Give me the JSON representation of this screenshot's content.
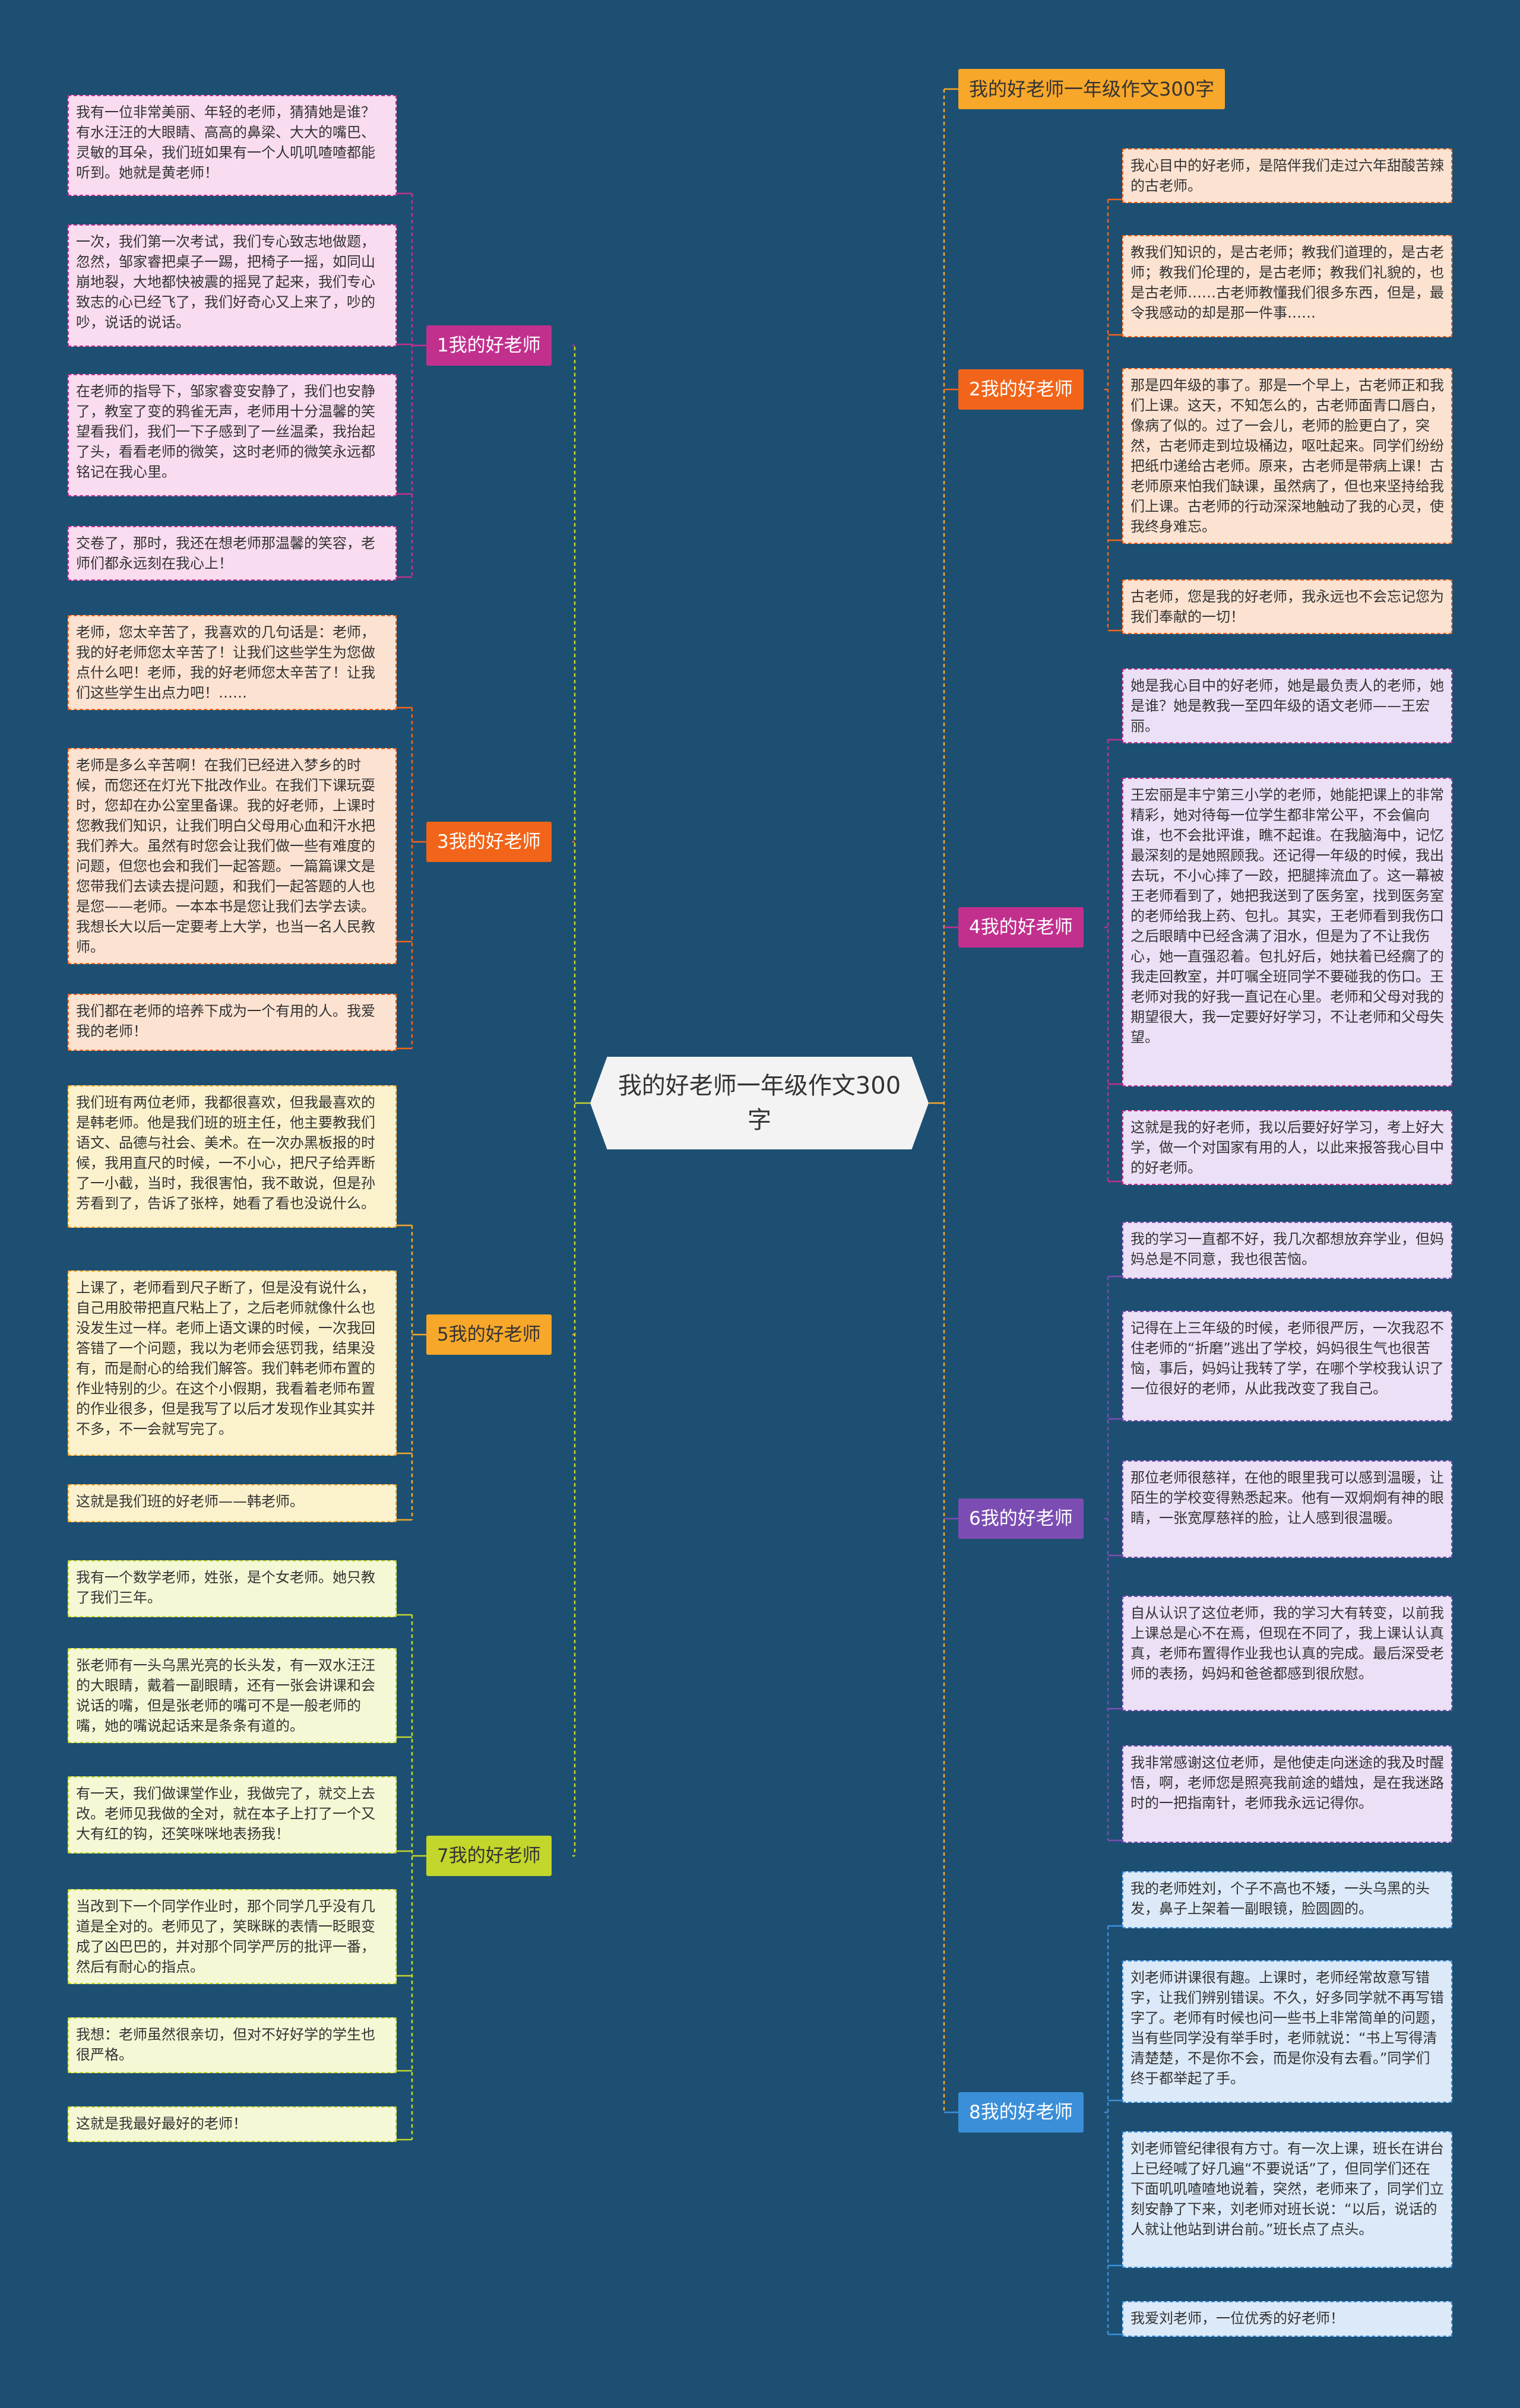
{
  "center": {
    "text": "我的好老师一年级作文300字"
  },
  "title_node": {
    "text": "我的好老师一年级作文300字",
    "color": "#f7a72a"
  },
  "branches": [
    {
      "label": "1我的好老师",
      "color": "#c2308e",
      "side": "left",
      "items": [
        "我有一位非常美丽、年轻的老师，猜猜她是谁？有水汪汪的大眼睛、高高的鼻梁、大大的嘴巴、灵敏的耳朵，我们班如果有一个人叽叽喳喳都能听到。她就是黄老师！",
        "一次，我们第一次考试，我们专心致志地做题，忽然，邹家睿把桌子一踢，把椅子一摇，如同山崩地裂，大地都快被震的摇晃了起来，我们专心致志的心已经飞了，我们好奇心又上来了，吵的吵，说话的说话。",
        "在老师的指导下，邹家睿变安静了，我们也安静了，教室了变的鸦雀无声，老师用十分温馨的笑望看我们，我们一下子感到了一丝温柔，我抬起了头，看看老师的微笑，这时老师的微笑永远都铭记在我心里。",
        "交卷了，那时，我还在想老师那温馨的笑容，老师们都永远刻在我心上！"
      ]
    },
    {
      "label": "2我的好老师",
      "color": "#f26419",
      "side": "right",
      "items": [
        "我心目中的好老师，是陪伴我们走过六年甜酸苦辣的古老师。",
        "教我们知识的，是古老师；教我们道理的，是古老师；教我们伦理的，是古老师；教我们礼貌的，也是古老师……古老师教懂我们很多东西，但是，最令我感动的却是那一件事……",
        "那是四年级的事了。那是一个早上，古老师正和我们上课。这天，不知怎么的，古老师面青口唇白，像病了似的。过了一会儿，老师的脸更白了，突然，古老师走到垃圾桶边，呕吐起来。同学们纷纷把纸巾递给古老师。原来，古老师是带病上课！古老师原来怕我们缺课，虽然病了，但也来坚持给我们上课。古老师的行动深深地触动了我的心灵，使我终身难忘。",
        "古老师，您是我的好老师，我永远也不会忘记您为我们奉献的一切！"
      ]
    },
    {
      "label": "3我的好老师",
      "color": "#f26419",
      "side": "left",
      "items": [
        "老师，您太辛苦了，我喜欢的几句话是：老师，我的好老师您太辛苦了！让我们这些学生为您做点什么吧！老师，我的好老师您太辛苦了！让我们这些学生出点力吧！……",
        "老师是多么辛苦啊！在我们已经进入梦乡的时候，而您还在灯光下批改作业。在我们下课玩耍时，您却在办公室里备课。我的好老师，上课时您教我们知识，让我们明白父母用心血和汗水把我们养大。虽然有时您会让我们做一些有难度的问题，但您也会和我们一起答题。一篇篇课文是您带我们去读去提问题，和我们一起答题的人也是您——老师。一本本书是您让我们去学去读。我想长大以后一定要考上大学，也当一名人民教师。",
        "我们都在老师的培养下成为一个有用的人。我爱我的老师！"
      ]
    },
    {
      "label": "4我的好老师",
      "color": "#c2308e",
      "side": "right",
      "items": [
        "她是我心目中的好老师，她是最负责人的老师，她是谁？她是教我一至四年级的语文老师——王宏丽。",
        "王宏丽是丰宁第三小学的老师，她能把课上的非常精彩，她对待每一位学生都非常公平，不会偏向谁，也不会批评谁，瞧不起谁。在我脑海中，记忆最深刻的是她照顾我。还记得一年级的时候，我出去玩，不小心摔了一跤，把腿摔流血了。这一幕被王老师看到了，她把我送到了医务室，找到医务室的老师给我上药、包扎。其实，王老师看到我伤口之后眼睛中已经含满了泪水，但是为了不让我伤心，她一直强忍着。包扎好后，她扶着已经瘸了的我走回教室，并叮嘱全班同学不要碰我的伤口。王老师对我的好我一直记在心里。老师和父母对我的期望很大，我一定要好好学习，不让老师和父母失望。",
        "这就是我的好老师，我以后要好好学习，考上好大学，做一个对国家有用的人，以此来报答我心目中的好老师。"
      ]
    },
    {
      "label": "5我的好老师",
      "color": "#f7a72a",
      "side": "left",
      "items": [
        "我们班有两位老师，我都很喜欢，但我最喜欢的是韩老师。他是我们班的班主任，他主要教我们语文、品德与社会、美术。在一次办黑板报的时候，我用直尺的时候，一不小心，把尺子给弄断了一小截，当时，我很害怕，我不敢说，但是孙芳看到了，告诉了张梓，她看了看也没说什么。",
        "上课了，老师看到尺子断了，但是没有说什么，自己用胶带把直尺粘上了，之后老师就像什么也没发生过一样。老师上语文课的时候，一次我回答错了一个问题，我以为老师会惩罚我，结果没有，而是耐心的给我们解答。我们韩老师布置的作业特别的少。在这个小假期，我看着老师布置的作业很多，但是我写了以后才发现作业其实并不多，不一会就写完了。",
        "这就是我们班的好老师——韩老师。"
      ]
    },
    {
      "label": "6我的好老师",
      "color": "#7b4db3",
      "side": "right",
      "items": [
        "我的学习一直都不好，我几次都想放弃学业，但妈妈总是不同意，我也很苦恼。",
        "记得在上三年级的时候，老师很严厉，一次我忍不住老师的“折磨”逃出了学校，妈妈很生气也很苦恼，事后，妈妈让我转了学，在哪个学校我认识了一位很好的老师，从此我改变了我自己。",
        "那位老师很慈祥，在他的眼里我可以感到温暖，让陌生的学校变得熟悉起来。他有一双炯炯有神的眼睛，一张宽厚慈祥的脸，让人感到很温暖。",
        "自从认识了这位老师，我的学习大有转变，以前我上课总是心不在焉，但现在不同了，我上课认认真真，老师布置得作业我也认真的完成。最后深受老师的表扬，妈妈和爸爸都感到很欣慰。",
        "我非常感谢这位老师，是他使走向迷途的我及时醒悟，啊，老师您是照亮我前途的蜡烛，是在我迷路时的一把指南针，老师我永远记得你。"
      ]
    },
    {
      "label": "7我的好老师",
      "color": "#c3d62b",
      "side": "left",
      "items": [
        "我有一个数学老师，姓张，是个女老师。她只教了我们三年。",
        "张老师有一头乌黑光亮的长头发，有一双水汪汪的大眼睛，戴着一副眼睛，还有一张会讲课和会说话的嘴，但是张老师的嘴可不是一般老师的嘴，她的嘴说起话来是条条有道的。",
        "有一天，我们做课堂作业，我做完了，就交上去改。老师见我做的全对，就在本子上打了一个又大有红的钩，还笑咪咪地表扬我！",
        "当改到下一个同学作业时，那个同学几乎没有几道是全对的。老师见了，笑眯眯的表情一眨眼变成了凶巴巴的，并对那个同学严厉的批评一番，然后有耐心的指点。",
        "我想：老师虽然很亲切，但对不好好学的学生也很严格。",
        "这就是我最好最好的老师！"
      ]
    },
    {
      "label": "8我的好老师",
      "color": "#3b8fd9",
      "side": "right",
      "items": [
        "我的老师姓刘，个子不高也不矮，一头乌黑的头发，鼻子上架着一副眼镜，脸圆圆的。",
        "刘老师讲课很有趣。上课时，老师经常故意写错字，让我们辨别错误。不久，好多同学就不再写错字了。老师有时候也问一些书上非常简单的问题，当有些同学没有举手时，老师就说：“书上写得清清楚楚，不是你不会，而是你没有去看。”同学们终于都举起了手。",
        "刘老师管纪律很有方寸。有一次上课，班长在讲台上已经喊了好几遍“不要说话”了，但同学们还在下面叽叽喳喳地说着，突然，老师来了，同学们立刻安静了下来，刘老师对班长说：“以后，说话的人就让他站到讲台前。”班长点了点头。",
        "我爱刘老师，一位优秀的好老师！"
      ]
    }
  ],
  "leaf_colors": {
    "pink": "#f9dcef",
    "peach": "#fbe2d1",
    "lavender": "#ece0f7",
    "cream": "#fbf2cd",
    "lime": "#f5f8d5",
    "blue": "#dbe9f8"
  }
}
